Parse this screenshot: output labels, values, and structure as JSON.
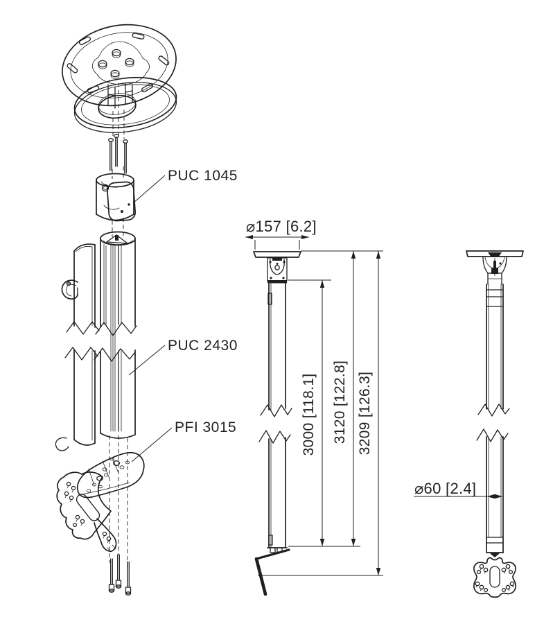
{
  "drawing": {
    "type": "product-assembly-technical-drawing",
    "views": [
      "exploded-isometric",
      "side-elevation",
      "front-elevation"
    ]
  },
  "exploded_view": {
    "label_puc1045": "PUC 1045",
    "label_puc2430": "PUC 2430",
    "label_pfi3015": "PFI 3015"
  },
  "side_view": {
    "dim_plate_diameter": "⌀157 [6.2]",
    "dim_pole_length": "3000 [118.1]",
    "dim_length_to_interface": "3120 [122.8]",
    "dim_overall_length": "3209 [126.3]"
  },
  "front_view": {
    "dim_tube_diameter": "⌀60 [2.4]"
  },
  "colors": {
    "line": "#1f1f1f",
    "background": "#ffffff"
  }
}
